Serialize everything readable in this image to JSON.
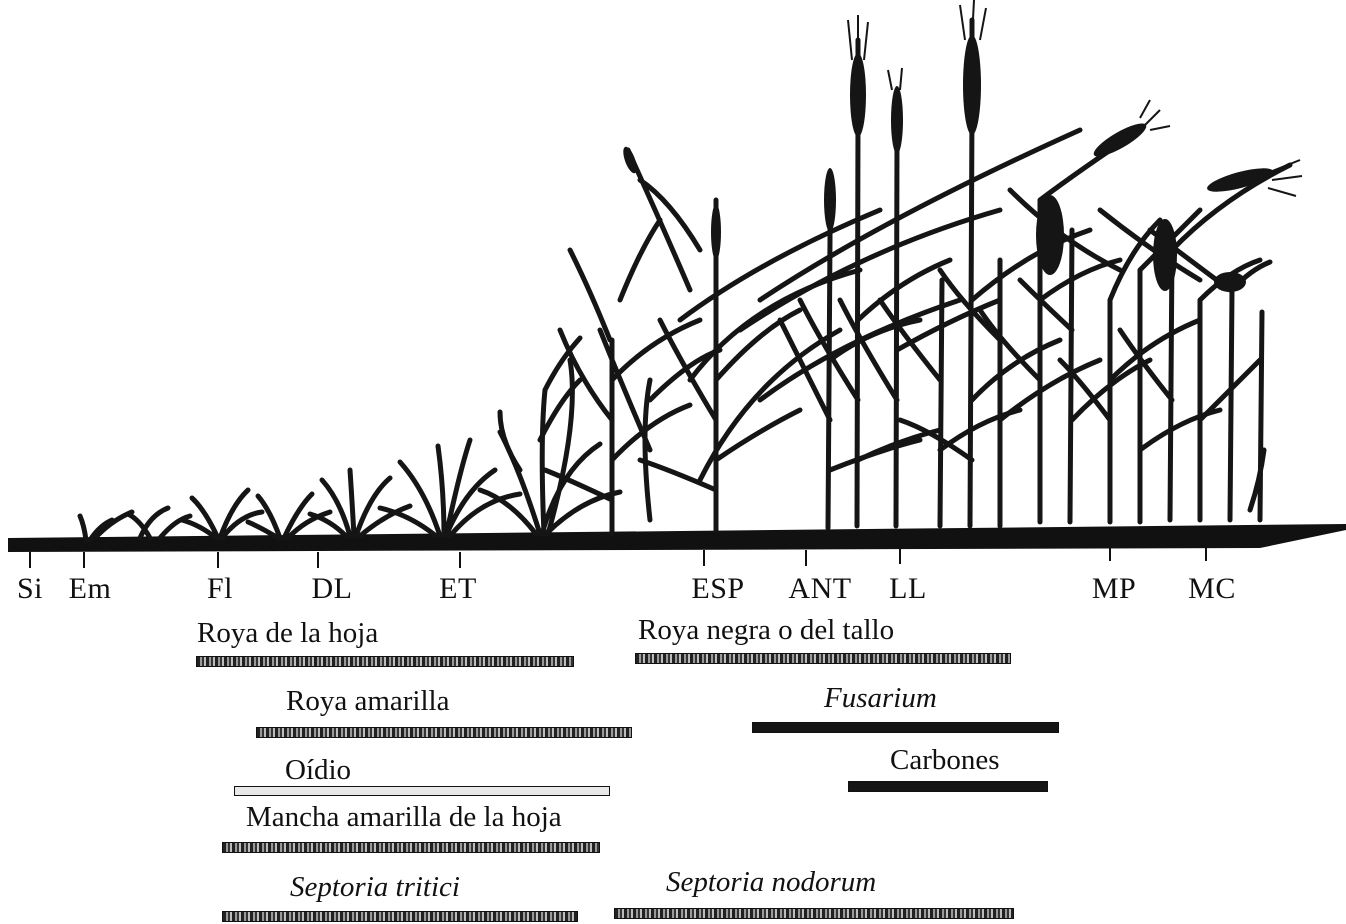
{
  "stages": [
    {
      "id": "si",
      "label": "Si"
    },
    {
      "id": "em",
      "label": "Em"
    },
    {
      "id": "fi",
      "label": "Fl"
    },
    {
      "id": "dl",
      "label": "DL"
    },
    {
      "id": "et",
      "label": "ET"
    },
    {
      "id": "esp",
      "label": "ESP"
    },
    {
      "id": "ant",
      "label": "ANT"
    },
    {
      "id": "ll",
      "label": "LL"
    },
    {
      "id": "mp",
      "label": "MP"
    },
    {
      "id": "mc",
      "label": "MC"
    }
  ],
  "diseases": [
    {
      "id": "roya-hoja",
      "label": "Roya de la hoja",
      "italic": false,
      "bar_style": "hatched"
    },
    {
      "id": "roya-negra",
      "label": "Roya negra o del tallo",
      "italic": false,
      "bar_style": "hatched"
    },
    {
      "id": "roya-amarilla",
      "label": "Roya amarilla",
      "italic": false,
      "bar_style": "hatched"
    },
    {
      "id": "fusarium",
      "label": "Fusarium",
      "italic": true,
      "bar_style": "solid"
    },
    {
      "id": "carbones",
      "label": "Carbones",
      "italic": false,
      "bar_style": "solid"
    },
    {
      "id": "oidio",
      "label": "Oídio",
      "italic": false,
      "bar_style": "light"
    },
    {
      "id": "mancha-amarilla",
      "label": "Mancha amarilla de la hoja",
      "italic": false,
      "bar_style": "hatched"
    },
    {
      "id": "septoria-tritici",
      "label": "Septoria tritici",
      "italic": true,
      "bar_style": "hatched"
    },
    {
      "id": "septoria-nodorum",
      "label": "Septoria nodorum",
      "italic": true,
      "bar_style": "hatched"
    }
  ]
}
